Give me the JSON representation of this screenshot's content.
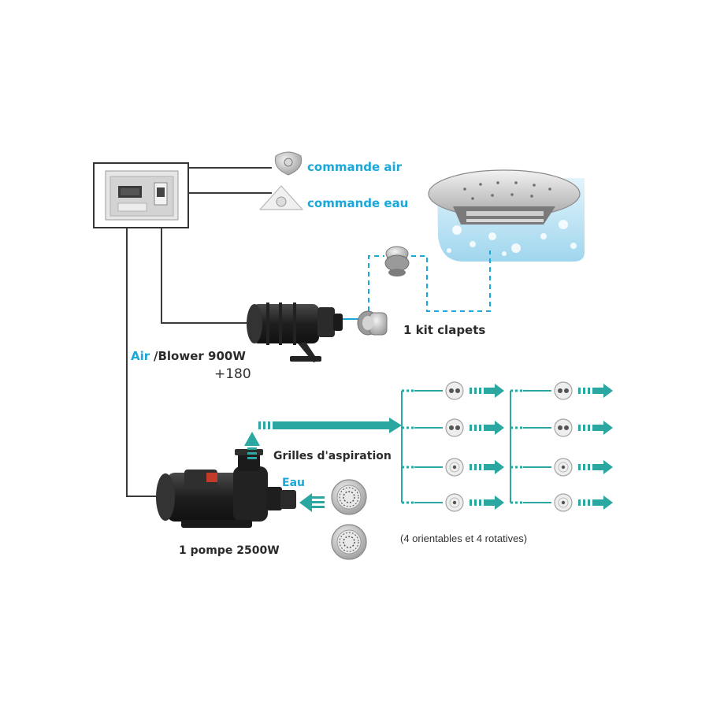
{
  "labels": {
    "commande_air": "commande air",
    "commande_eau": "commande eau",
    "kit_clapets": "1 kit clapets",
    "air_word": "Air",
    "blower": "/Blower 900W",
    "blower_plus": "+180",
    "grilles": "Grilles d'aspiration",
    "eau": "Eau",
    "pompe": "1 pompe 2500W",
    "jets_note": "(4 orientables et 4 rotatives)"
  },
  "colors": {
    "accent_cyan": "#1aa7d9",
    "teal_arrow": "#2aa7a0",
    "wire": "#3a3a3a",
    "pump_dark": "#2a2a2a",
    "water_blue": "#bfe6f5"
  },
  "jets": {
    "columns": 2,
    "rows": 4,
    "types": [
      "orientable",
      "orientable",
      "rotative",
      "rotative"
    ]
  }
}
